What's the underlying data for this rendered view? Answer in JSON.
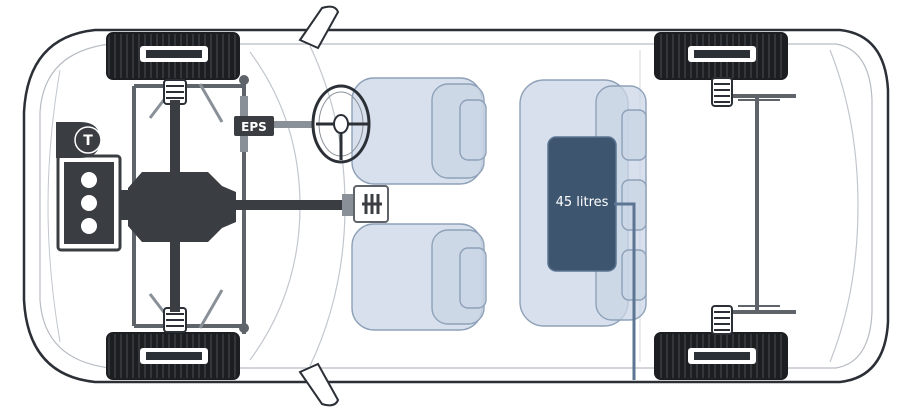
{
  "labels": {
    "turbo": "T",
    "eps": "EPS",
    "tank": "45 litres"
  },
  "colors": {
    "body_outline": "#2b2f36",
    "body_fill": "#ffffff",
    "drivetrain": "#3a3d42",
    "steel": "#8a9098",
    "seat_fill": "#c9d6e6",
    "tank_fill": "#3e5570",
    "tank_stroke": "#5b7592",
    "tyre": "#1c1e22"
  }
}
